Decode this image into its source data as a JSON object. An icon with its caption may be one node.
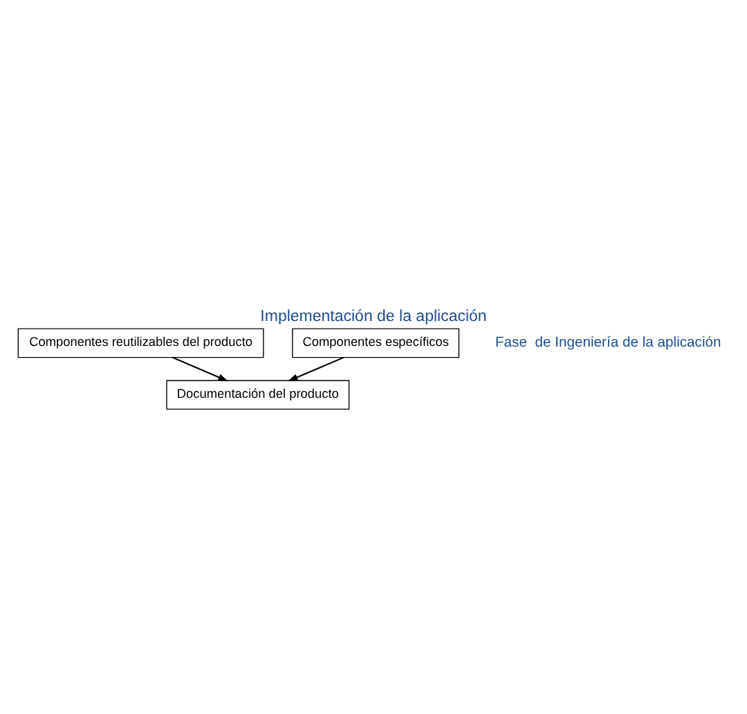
{
  "diagram": {
    "title": "Implementación de la aplicación",
    "nodes": [
      {
        "text": [
          "Componentes reutilizables del producto"
        ]
      },
      {
        "text": [
          "Componentes específicos"
        ]
      },
      {
        "text": [
          "Documentación del producto"
        ]
      }
    ],
    "edges": [
      {
        "from": 1,
        "to": 2,
        "arrow": "to"
      },
      {
        "from": 0,
        "to": 2,
        "arrow": "to"
      }
    ],
    "labels": [
      "Fase  de Ingeniería de la aplicación"
    ]
  }
}
